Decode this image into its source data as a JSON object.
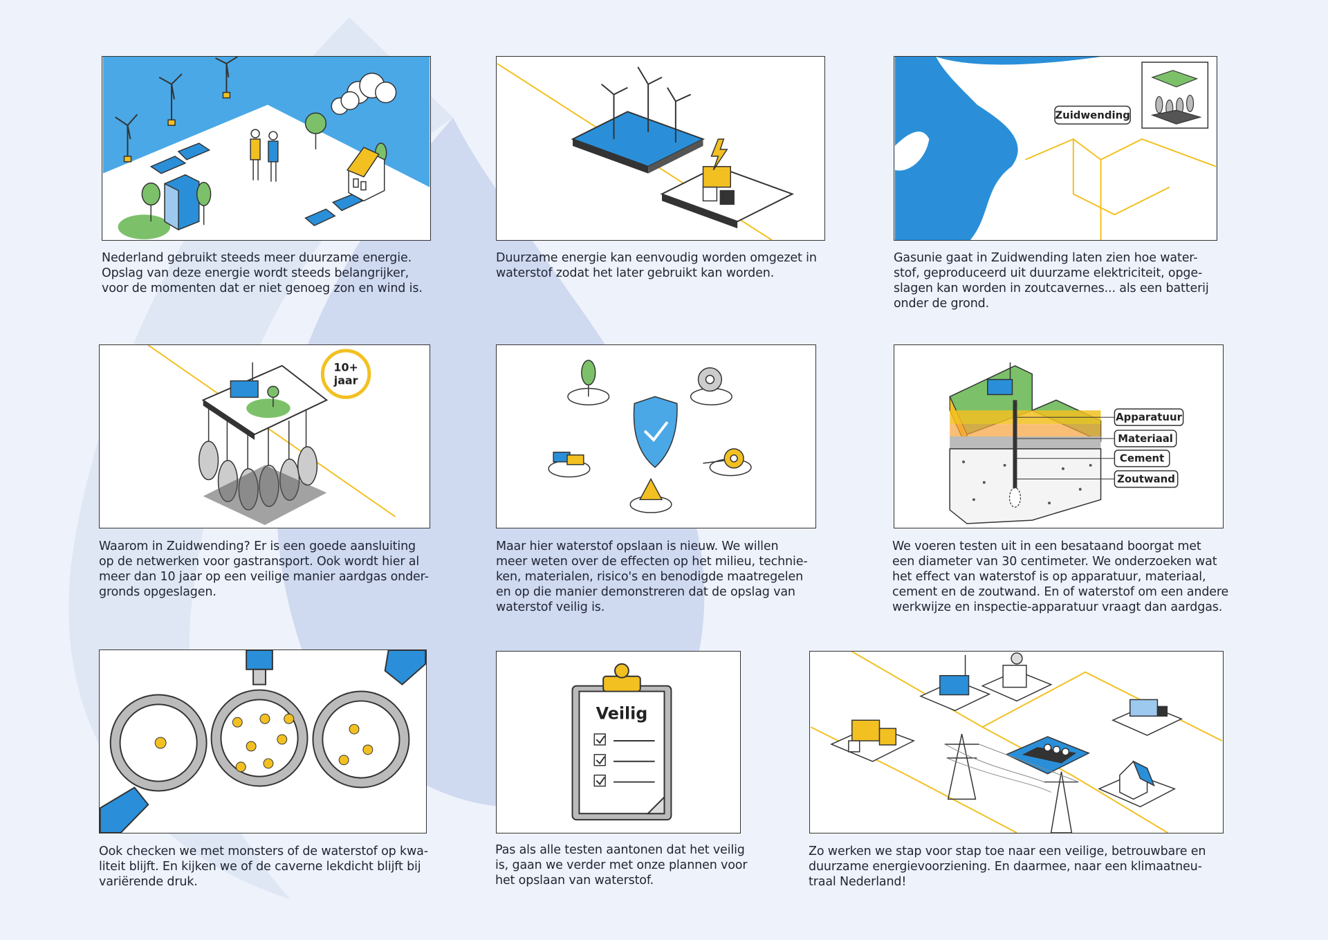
{
  "colors": {
    "background": "#eef2fa",
    "accent_blue": "#2a8fd8",
    "sky_blue": "#4aa8e6",
    "accent_yellow": "#f2c021",
    "green": "#7cc16a",
    "shape": "#c4d0ec"
  },
  "panels": [
    {
      "caption": "Nederland gebruikt steeds meer duurzame energie.\nOpslag van deze energie wordt steeds belangrijker,\nvoor de momenten dat er niet genoeg zon en wind is."
    },
    {
      "caption": "Duurzame energie kan eenvoudig worden omgezet in\nwaterstof zodat het later gebruikt kan worden."
    },
    {
      "caption": "Gasunie gaat in Zuidwending laten zien hoe water-\nstof, geproduceerd uit duurzame elektriciteit, opge-\nslagen kan worden in zoutcavernes... als een batterij\nonder de grond.",
      "map_label": "Zuidwending"
    },
    {
      "caption": "Waarom in Zuidwending? Er is een goede aansluiting\nop de netwerken voor gastransport. Ook wordt hier al\nmeer dan 10 jaar op een veilige manier aardgas onder-\ngronds opgeslagen.",
      "badge_line1": "10+",
      "badge_line2": "jaar"
    },
    {
      "caption": "Maar hier waterstof opslaan is nieuw. We willen\nmeer weten over de effecten op het milieu, technie-\nken, materialen, risico's en benodigde maatregelen\nen op die manier demonstreren dat de opslag van\nwaterstof veilig is."
    },
    {
      "caption": "We voeren testen uit in een besataand boorgat met\neen diameter van 30 centimeter. We onderzoeken wat\nhet effect van waterstof is op apparatuur, materiaal,\ncement en de zoutwand. En of waterstof om een andere\nwerkwijze en inspectie-apparatuur vraagt dan aardgas.",
      "labels": [
        "Apparatuur",
        "Materiaal",
        "Cement",
        "Zoutwand"
      ]
    },
    {
      "caption": "Ook checken we met monsters of de waterstof op kwa-\nliteit blijft. En kijken we of de caverne lekdicht blijft bij\nvariërende druk."
    },
    {
      "caption": "Pas als alle testen aantonen dat het veilig\nis, gaan we verder met onze plannen voor\nhet opslaan van waterstof.",
      "clipboard_title": "Veilig"
    },
    {
      "caption": "Zo werken we stap voor stap toe naar een veilige, betrouwbare en\nduurzame energievoorziening. En daarmee, naar een klimaatneu-\ntraal Nederland!"
    }
  ]
}
